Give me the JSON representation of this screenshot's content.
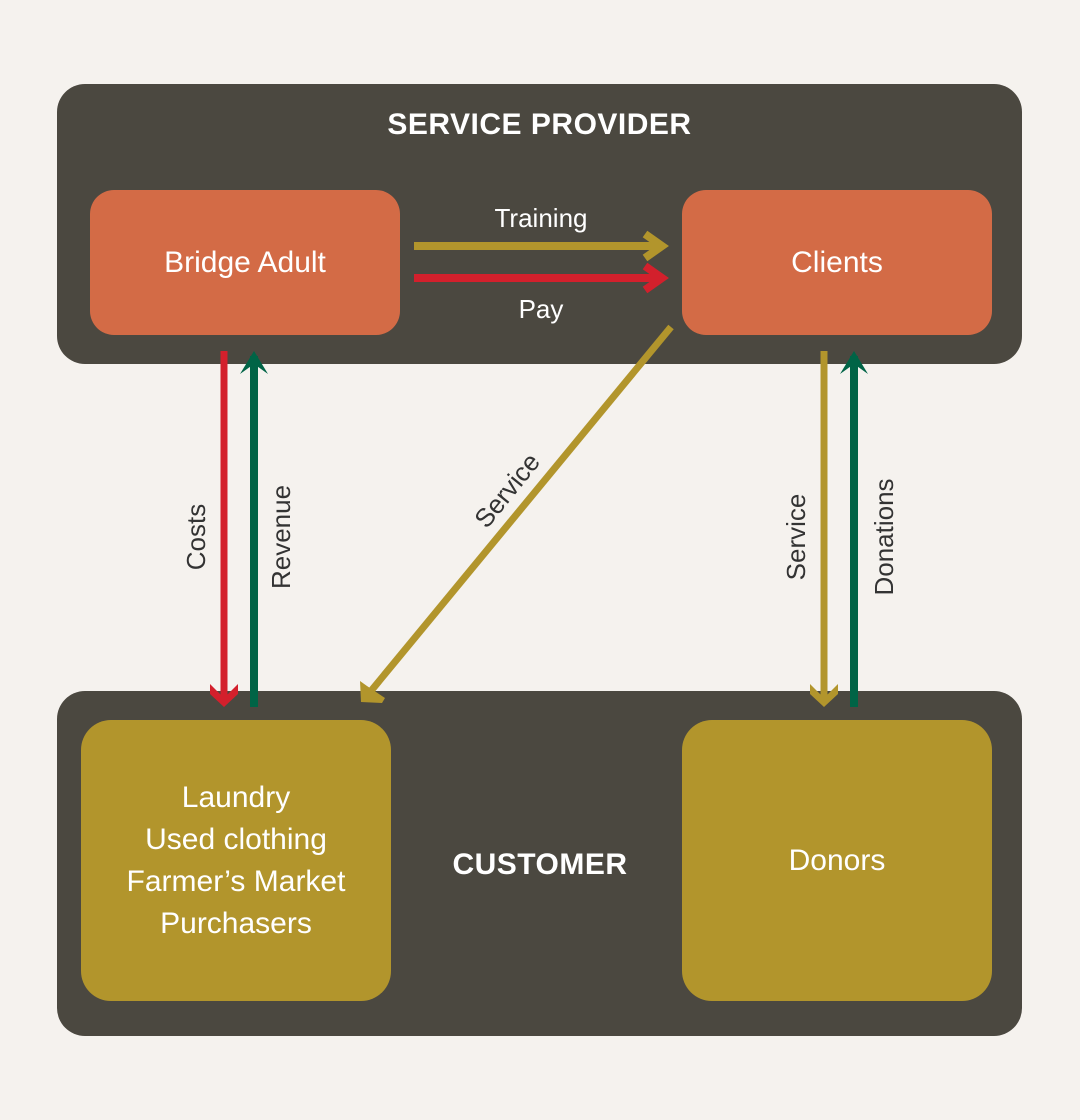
{
  "colors": {
    "background": "#f5f2ee",
    "panel": "#4b4840",
    "provider_box": "#d36b46",
    "customer_box": "#b2952c",
    "arrow_gold": "#b2952c",
    "arrow_red": "#d3202c",
    "arrow_green": "#006446"
  },
  "service_provider": {
    "title": "SERVICE PROVIDER",
    "boxes": [
      {
        "label": "Bridge Adult"
      },
      {
        "label": "Clients"
      }
    ]
  },
  "customer": {
    "title": "CUSTOMER",
    "boxes": [
      {
        "lines": [
          "Laundry",
          "Used clothing",
          "Farmer’s Market",
          "Purchasers"
        ]
      },
      {
        "label": "Donors"
      }
    ]
  },
  "flows": [
    {
      "label": "Training",
      "from": "Bridge Adult",
      "to": "Clients",
      "color": "gold"
    },
    {
      "label": "Pay",
      "from": "Bridge Adult",
      "to": "Clients",
      "color": "red"
    },
    {
      "label": "Costs",
      "from": "Bridge Adult",
      "to": "Laundry / Used clothing / Farmer’s Market Purchasers",
      "color": "red"
    },
    {
      "label": "Revenue",
      "from": "Laundry / Used clothing / Farmer’s Market Purchasers",
      "to": "Bridge Adult",
      "color": "green"
    },
    {
      "label": "Service",
      "from": "Clients",
      "to": "Laundry / Used clothing / Farmer’s Market Purchasers",
      "color": "gold"
    },
    {
      "label": "Service",
      "from": "Clients",
      "to": "Donors",
      "color": "gold"
    },
    {
      "label": "Donations",
      "from": "Donors",
      "to": "Clients",
      "color": "green"
    }
  ]
}
